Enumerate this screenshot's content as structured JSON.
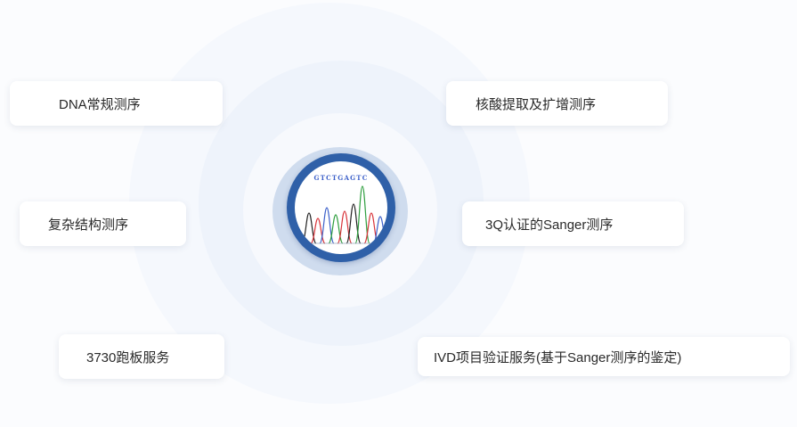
{
  "center": {
    "icon": "sanger-chromatogram-icon",
    "sequence_label": "GTCTGAGTC"
  },
  "services": [
    {
      "label": "DNA常规测序"
    },
    {
      "label": "核酸提取及扩增测序"
    },
    {
      "label": "复杂结构测序"
    },
    {
      "label": "3Q认证的Sanger测序"
    },
    {
      "label": "3730跑板服务"
    },
    {
      "label": "IVD项目验证服务(基于Sanger测序的鉴定)"
    }
  ],
  "colors": {
    "accent": "#2f60a8",
    "base_a": "#2e9e3e",
    "base_c": "#3b5fc9",
    "base_g": "#222222",
    "base_t": "#d8343a"
  }
}
